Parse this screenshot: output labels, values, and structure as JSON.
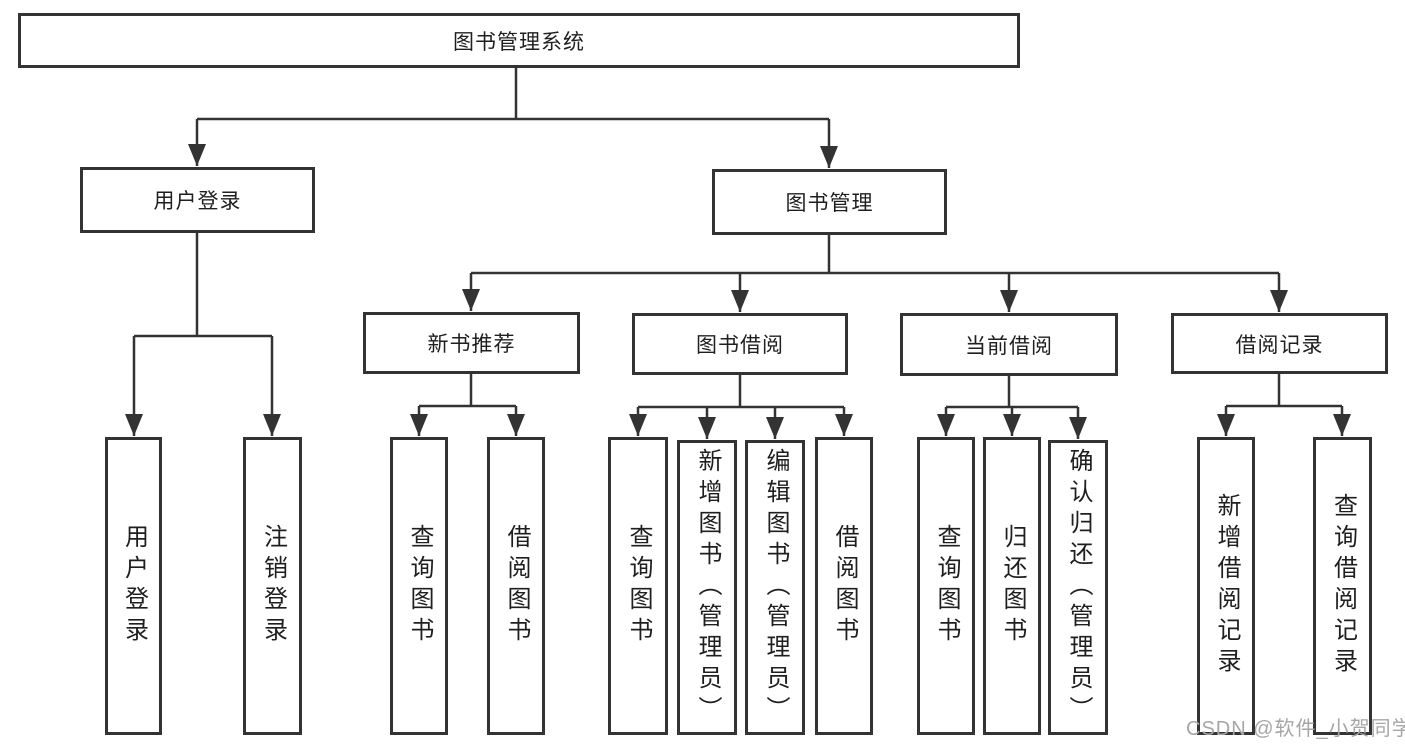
{
  "tree": {
    "root": "图书管理系统",
    "children": [
      {
        "label": "用户登录",
        "leaves": [
          "用户登录",
          "注销登录"
        ]
      },
      {
        "label": "图书管理",
        "children": [
          {
            "label": "新书推荐",
            "leaves": [
              "查询图书",
              "借阅图书"
            ]
          },
          {
            "label": "图书借阅",
            "leaves": [
              "查询图书",
              "新增图书（管理员）",
              "编辑图书（管理员）",
              "借阅图书"
            ]
          },
          {
            "label": "当前借阅",
            "leaves": [
              "查询图书",
              "归还图书",
              "确认归还（管理员）"
            ]
          },
          {
            "label": "借阅记录",
            "leaves": [
              "新增借阅记录",
              "查询借阅记录"
            ]
          }
        ]
      }
    ]
  },
  "watermark": "CSDN @软件_小贺同学",
  "colors": {
    "line": "#333333",
    "text": "#1f1f1f",
    "watermark": "#a6a6a6",
    "background": "#ffffff"
  }
}
